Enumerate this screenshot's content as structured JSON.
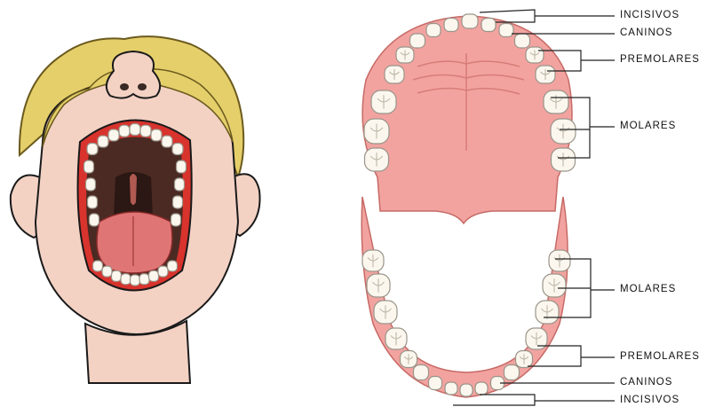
{
  "labels": {
    "upper": {
      "incisivos": "INCISIVOS",
      "caninos": "CANINOS",
      "premolares": "PREMOLARES",
      "molares": "MOLARES"
    },
    "lower": {
      "molares": "MOLARES",
      "premolares": "PREMOLARES",
      "caninos": "CANINOS",
      "incisivos": "INCISIVOS"
    }
  },
  "colors": {
    "skin": "#f3d2c4",
    "skin_shadow": "#e2b3a0",
    "hair": "#e5cf6a",
    "lips": "#d8332d",
    "mouth_dark": "#4a2a22",
    "tongue": "#e07575",
    "gum": "#f2a3a0",
    "tooth": "#fbf7ee",
    "tooth_outline": "#9a958a"
  }
}
